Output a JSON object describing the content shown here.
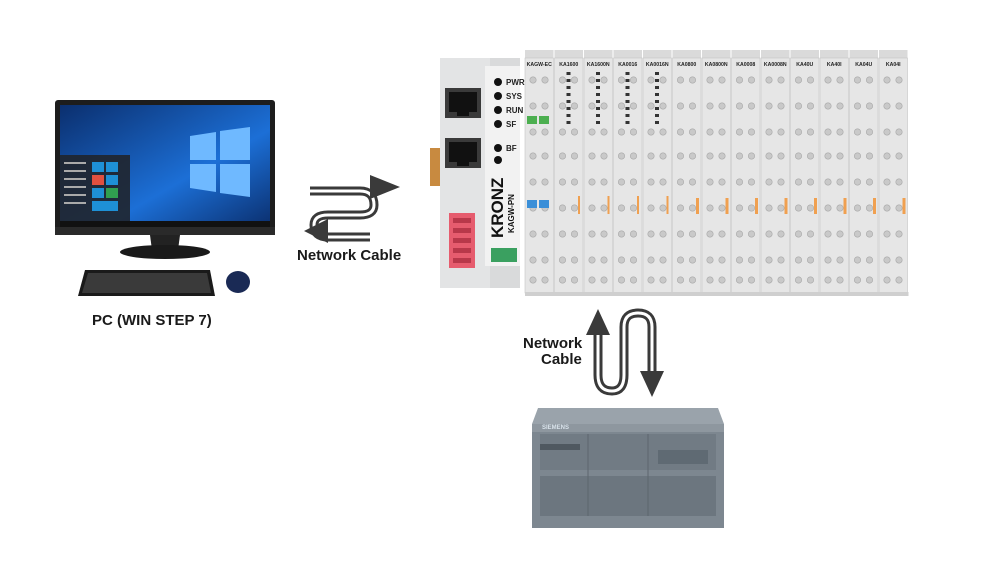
{
  "pc": {
    "label": "PC (WIN STEP 7)"
  },
  "gateway": {
    "brand": "KRONZ",
    "model": "KAGW-PN",
    "leds": [
      "PWR",
      "SYS",
      "RUN",
      "SF",
      "BF"
    ]
  },
  "io_modules": [
    "KAGW-EC",
    "KA1600",
    "KA1600N",
    "KA0016",
    "KA0016N",
    "KA0800",
    "KA0800N",
    "KA0008",
    "KA0008N",
    "KA40U",
    "KA40I",
    "KA04U",
    "KA04I"
  ],
  "cables": {
    "pc_link_label": "Network Cable",
    "plc_link_label_line1": "Network",
    "plc_link_label_line2": "Cable"
  },
  "plc": {
    "brand": "SIEMENS"
  },
  "colors": {
    "arrow": "#3a3a3a",
    "module_body": "#e6e6e6",
    "gateway_dip": "#e65c6e",
    "tab_orange": "#f0a050",
    "plc_body": "#7d8790"
  }
}
